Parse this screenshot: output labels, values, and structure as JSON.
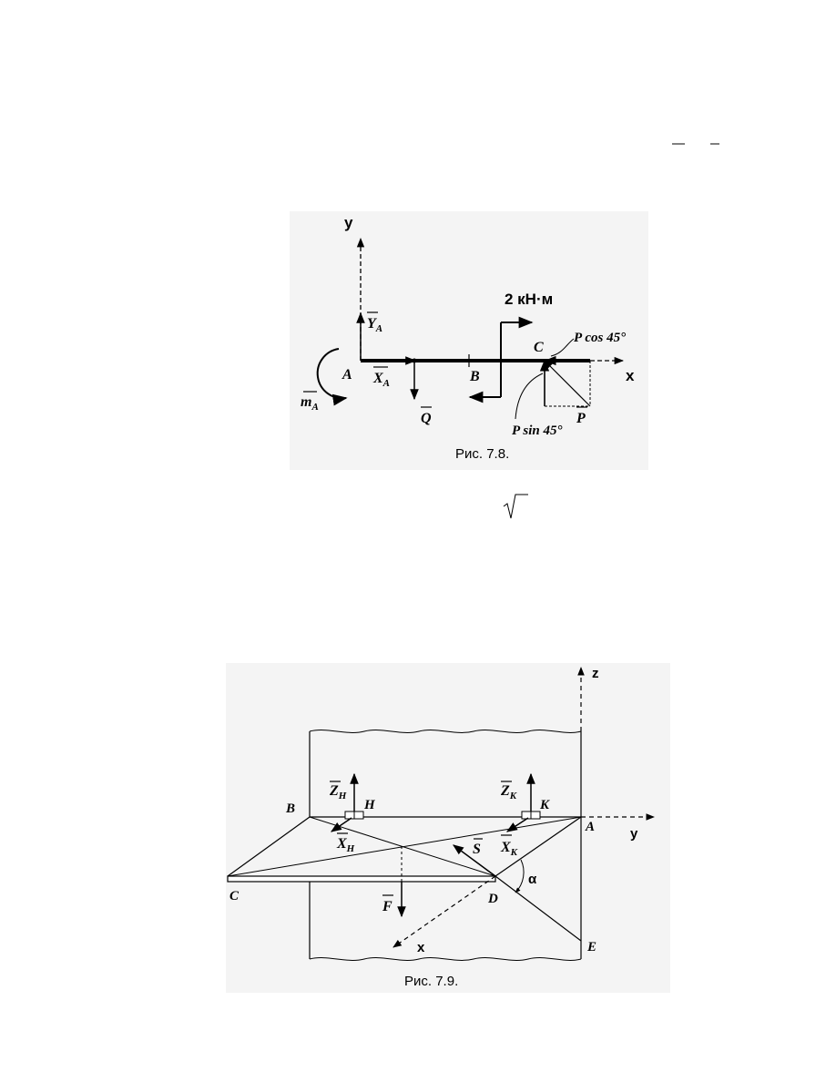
{
  "fig78": {
    "caption": "Рис. 7.8.",
    "axis_x": "x",
    "axis_y": "y",
    "point_A": "A",
    "point_B": "B",
    "point_C": "C",
    "moment_label": "2 кН·м",
    "Y_main": "Y",
    "Y_sub": "A",
    "X_main": "X",
    "X_sub": "A",
    "m_main": "m",
    "m_sub": "A",
    "Q": "Q",
    "P": "P",
    "P_cos": "P cos 45°",
    "P_sin": "P sin 45°"
  },
  "fig79": {
    "caption": "Рис. 7.9.",
    "axis_z": "z",
    "axis_y": "y",
    "axis_x": "x",
    "point_A": "A",
    "point_B": "B",
    "point_C": "C",
    "point_D": "D",
    "point_E": "E",
    "point_H": "H",
    "point_K": "K",
    "ZH_main": "Z",
    "ZH_sub": "H",
    "ZK_main": "Z",
    "ZK_sub": "K",
    "XH_main": "X",
    "XH_sub": "H",
    "XK_main": "X",
    "XK_sub": "K",
    "S": "S",
    "F": "F",
    "alpha": "α"
  }
}
